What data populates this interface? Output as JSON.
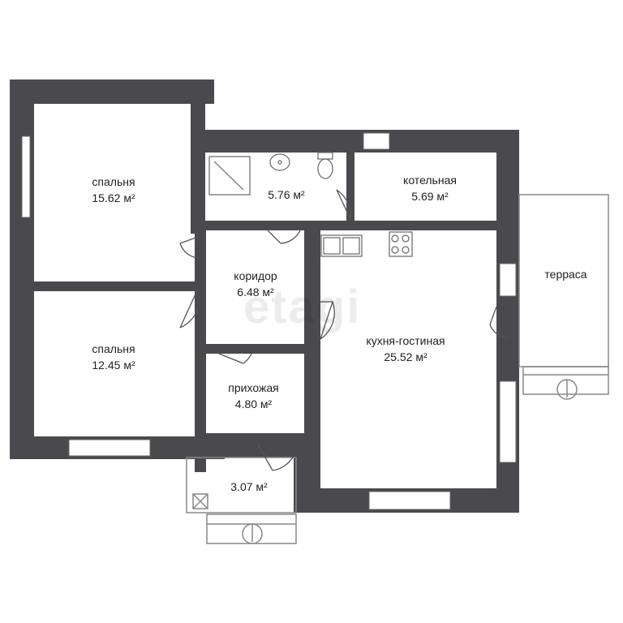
{
  "watermark": "etagi",
  "unit": "м²",
  "rooms": {
    "bedroom_top": {
      "name": "спальня",
      "area": "15.62"
    },
    "bedroom_bottom": {
      "name": "спальня",
      "area": "12.45"
    },
    "bathroom": {
      "name": "",
      "area": "5.76"
    },
    "boiler_room": {
      "name": "котельная",
      "area": "5.69"
    },
    "corridor": {
      "name": "коридор",
      "area": "6.48"
    },
    "hallway": {
      "name": "прихожая",
      "area": "4.80"
    },
    "kitchen_living": {
      "name": "кухня-гостиная",
      "area": "25.52"
    },
    "vestibule": {
      "name": "",
      "area": "3.07"
    },
    "terrace": {
      "name": "терраса",
      "area": ""
    }
  },
  "colors": {
    "wall": "#4a4a4e",
    "window": "#ffffff",
    "line": "#555555"
  }
}
